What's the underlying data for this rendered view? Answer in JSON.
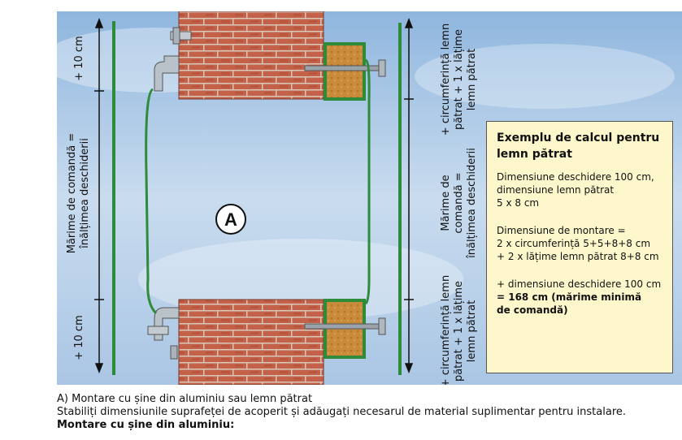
{
  "figure": {
    "label_a": "A",
    "left_dim_top": "+ 10 cm",
    "left_dim_main": [
      "Mărime de comandă =",
      "înălțimea deschiderii"
    ],
    "left_dim_bottom": "+ 10 cm",
    "right_dim_top": [
      "+ circumferință lemn",
      "pătrat + 1 x lățime",
      "lemn pătrat"
    ],
    "right_dim_main": [
      "Mărime de",
      "comandă =",
      "înălțimea deschiderii"
    ],
    "right_dim_bottom": [
      "+ circumferință lemn",
      "pătrat + 1 x lățime",
      "lemn pătrat"
    ]
  },
  "calc_box": {
    "title": [
      "Exemplu de calcul pentru",
      "lemn pătrat"
    ],
    "para1": [
      "Dimensiune deschidere 100 cm,",
      "dimensiune lemn pătrat",
      "5 x 8 cm"
    ],
    "para2": [
      "Dimensiune de montare =",
      "2 x circumferință 5+5+8+8 cm",
      "+ 2 x lățime lemn pătrat 8+8 cm"
    ],
    "para3_line1": "+ dimensiune deschidere 100 cm",
    "para3_bold": [
      "= 168 cm (mărime minimă",
      "de comandă)"
    ]
  },
  "caption": {
    "heading": "A) Montare cu șine din aluminiu sau lemn pătrat",
    "text": "Stabiliți dimensiunile suprafeței de acoperit și adăugați necesarul de material suplimentar pentru instalare.",
    "subheading": "Montare cu șine din aluminiu:"
  },
  "colors": {
    "sky": "#a9c7e6",
    "brick": "#b5533f",
    "green": "#2e8b3a",
    "wood": "#c98a3a"
  }
}
